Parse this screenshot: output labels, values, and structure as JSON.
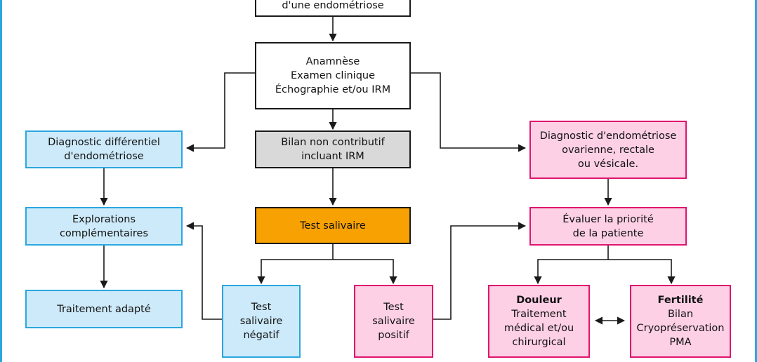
{
  "colors": {
    "frame": "#2ba7df",
    "blue_fill": "#cdeafa",
    "blue_border": "#2ba7df",
    "pink_fill": "#fdd0e6",
    "pink_border": "#e0156e",
    "grey_fill": "#d9d9d9",
    "orange_fill": "#f7a102",
    "line": "#1a1a1a"
  },
  "nodes": {
    "suspicion": {
      "lines": [
        "d'une endométriose"
      ]
    },
    "anamnese": {
      "lines": [
        "Anamnèse",
        "Examen clinique",
        "Échographie et/ou IRM"
      ]
    },
    "diag_diff": {
      "lines": [
        "Diagnostic différentiel",
        "d'endométriose"
      ]
    },
    "bilan": {
      "lines": [
        "Bilan non contributif",
        "incluant IRM"
      ]
    },
    "diag_endo": {
      "lines": [
        "Diagnostic d'endométriose",
        "ovarienne, rectale",
        "ou vésicale."
      ]
    },
    "explorations": {
      "lines": [
        "Explorations",
        "complémentaires"
      ]
    },
    "test": {
      "lines": [
        "Test salivaire"
      ]
    },
    "evaluer": {
      "lines": [
        "Évaluer la priorité",
        "de la patiente"
      ]
    },
    "traitement": {
      "lines": [
        "Traitement adapté"
      ]
    },
    "test_neg": {
      "lines": [
        "Test",
        "salivaire",
        "négatif"
      ]
    },
    "test_pos": {
      "lines": [
        "Test",
        "salivaire",
        "positif"
      ]
    },
    "douleur": {
      "title": "Douleur",
      "lines": [
        "Traitement",
        "médical et/ou",
        "chirurgical"
      ]
    },
    "fertilite": {
      "title": "Fertilité",
      "lines": [
        "Bilan",
        "Cryopréservation",
        "PMA"
      ]
    }
  }
}
